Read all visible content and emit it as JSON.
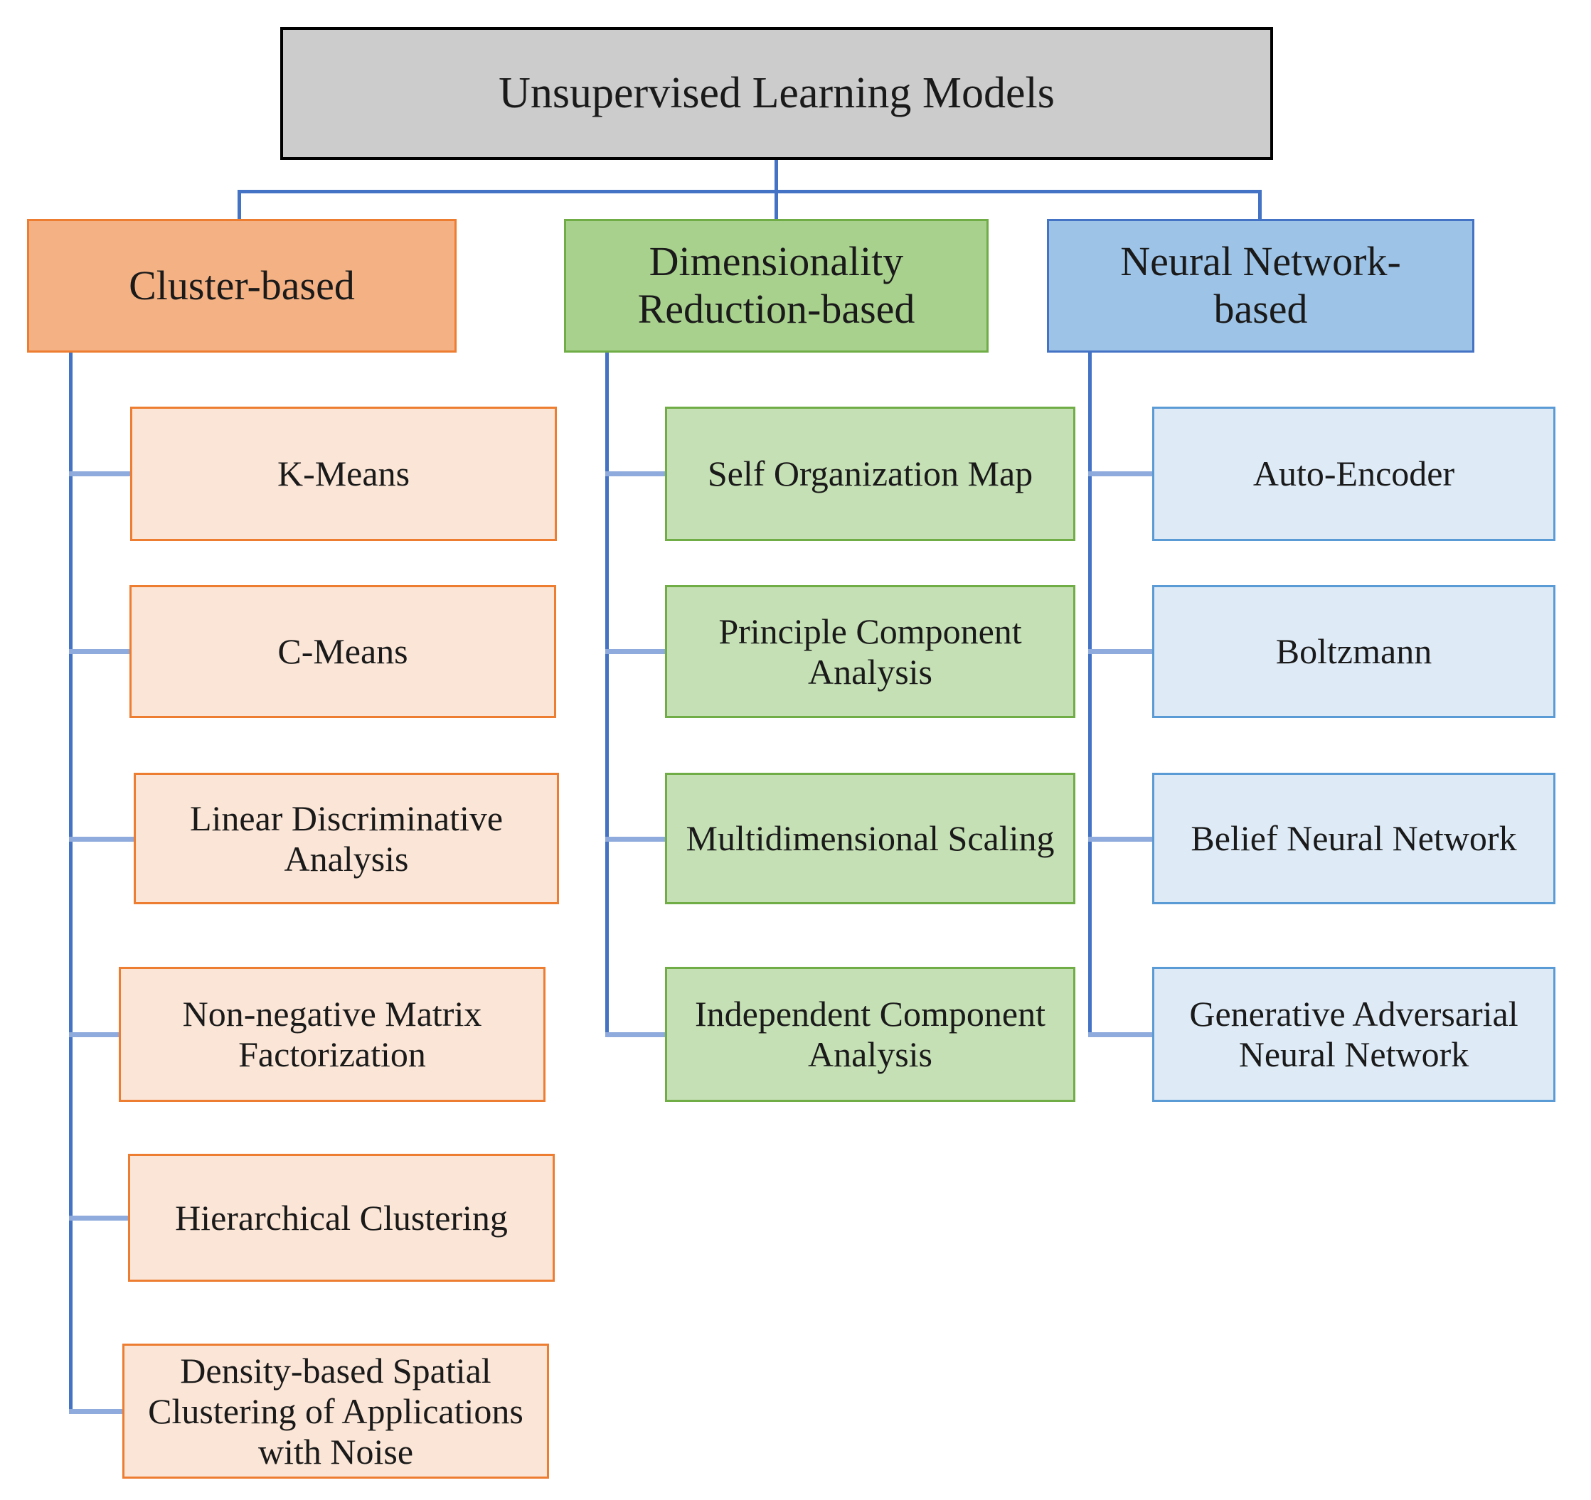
{
  "diagram": {
    "title": "Unsupervised Learning Models",
    "colors": {
      "title_fill": "#CCCCCC",
      "title_border": "#000000",
      "tree_line": "#4472C4",
      "branch_stub_line": "#8FAADC",
      "cluster_header_fill": "#F4B183",
      "cluster_leaf_fill": "#FBE5D6",
      "cluster_border": "#ED7D31",
      "dimred_header_fill": "#A9D18E",
      "dimred_leaf_fill": "#C5E0B4",
      "dimred_border": "#70AD47",
      "nn_header_fill": "#9DC3E6",
      "nn_header_border": "#4472C4",
      "nn_leaf_fill": "#DEEBF7",
      "nn_leaf_border": "#5B9BD5"
    },
    "branches": [
      {
        "label": "Cluster-based",
        "children": [
          "K-Means",
          "C-Means",
          "Linear Discriminative Analysis",
          "Non-negative Matrix Factorization",
          "Hierarchical Clustering",
          "Density-based Spatial Clustering of Applications with Noise"
        ]
      },
      {
        "label": "Dimensionality Reduction-based",
        "children": [
          "Self Organization Map",
          "Principle Component Analysis",
          "Multidimensional Scaling",
          "Independent Component Analysis"
        ]
      },
      {
        "label": "Neural Network-based",
        "children": [
          "Auto-Encoder",
          "Boltzmann",
          "Belief Neural Network",
          "Generative Adversarial Neural Network"
        ]
      }
    ]
  }
}
